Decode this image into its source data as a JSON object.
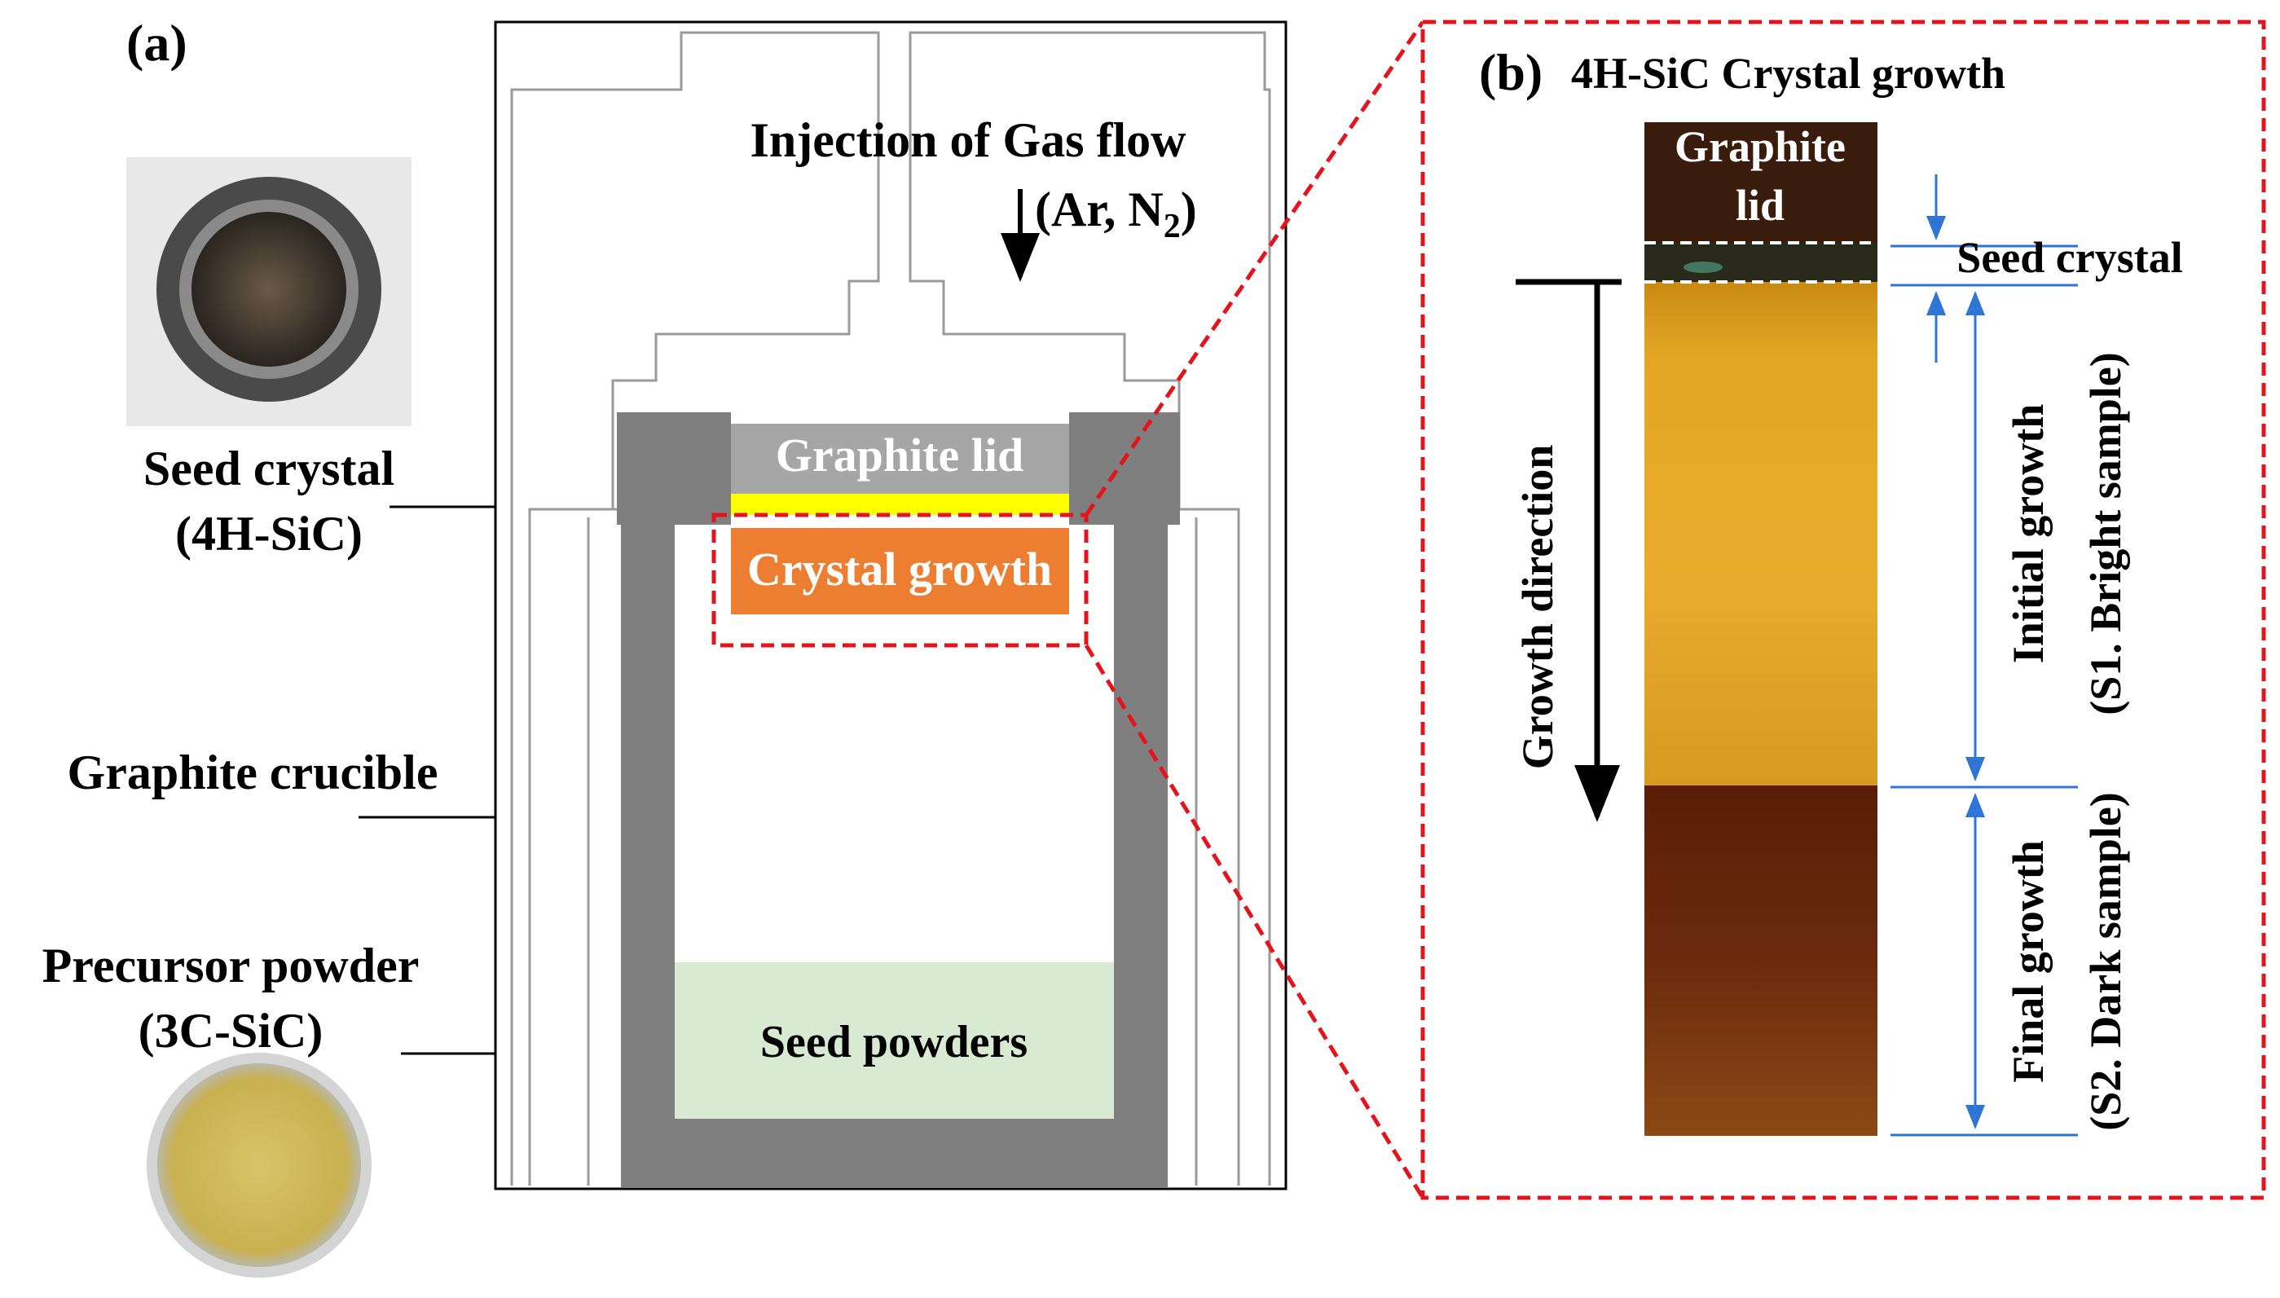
{
  "panel_a": {
    "label": "(a)",
    "seed_crystal_label": "Seed crystal",
    "seed_crystal_sub": "(4H-SiC)",
    "graphite_crucible_label": "Graphite crucible",
    "precursor_label": "Precursor powder",
    "precursor_sub": "(3C-SiC)",
    "gas_flow_label": "Injection of Gas flow",
    "gas_formula_pre": "(Ar, N",
    "gas_formula_sub": "2",
    "gas_formula_post": ")",
    "graphite_lid_label": "Graphite lid",
    "crystal_growth_label": "Crystal growth",
    "seed_powders_label": "Seed powders"
  },
  "panel_b": {
    "label": "(b)",
    "title": "4H-SiC Crystal growth",
    "graphite_lid_line1": "Graphite",
    "graphite_lid_line2": "lid",
    "seed_crystal_label": "Seed crystal",
    "growth_direction_label": "Growth direction",
    "initial_growth_line1": "Initial growth",
    "initial_growth_line2": "(S1. Bright sample)",
    "final_growth_line1": "Final growth",
    "final_growth_line2": "(S2. Dark sample)"
  },
  "colors": {
    "crucible_gray": "#7f7f7f",
    "lid_gray": "#a6a6a6",
    "seed_yellow": "#ffff00",
    "crystal_orange": "#ed7d31",
    "powder_green": "#d9ead3",
    "dashed_red": "#e3141b",
    "bracket_blue": "#2e75d6"
  }
}
